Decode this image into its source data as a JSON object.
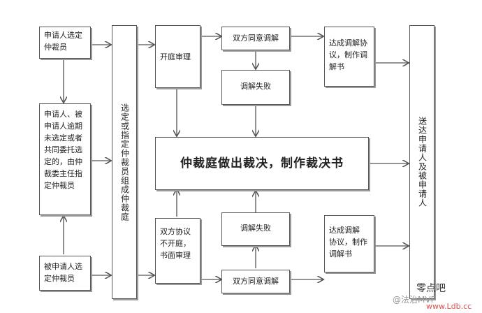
{
  "boxes": {
    "applicant_select": "申请人选定\n仲裁员",
    "default_appoint": "申请人、被\n申请人逾期\n未选定或者\n共同委托选\n定的，由仲\n裁委主任指\n定仲裁员",
    "respondent_select": "被申请人选\n定仲裁员",
    "form_tribunal": "选定或指定仲裁员组成仲裁庭",
    "open_hearing": "开庭审理",
    "written_hearing": "双方协议\n不开庭，\n书面审理",
    "mediate_top": "双方同意调解",
    "mediate_fail_top": "调解失败",
    "mediate_fail_bottom": "调解失败",
    "mediate_bottom": "双方同意调解",
    "award": "仲裁庭做出裁决，制作裁决书",
    "agreement_top": "达成调解协\n议，制作调\n解书",
    "agreement_bottom": "达成调解\n协议，制作\n调解书",
    "deliver": "送达申请人及被申请人"
  },
  "watermarks": {
    "logo": "零点吧",
    "handle": "@法治MVP",
    "url": "www.Ldb.cc"
  },
  "colors": {
    "border": "#555555",
    "arrow": "#555555",
    "shadow": "#9a9a9a"
  }
}
